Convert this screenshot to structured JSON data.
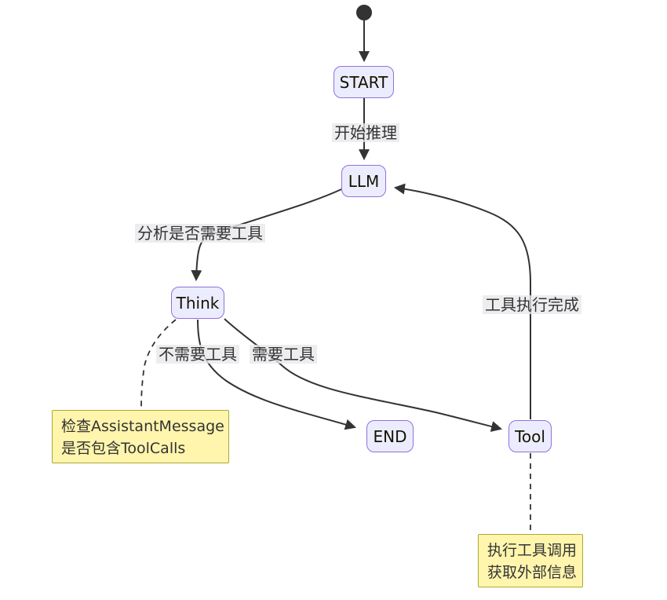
{
  "diagram_type": "state-diagram",
  "colors": {
    "node_fill": "#ECECFF",
    "node_border": "#9370DB",
    "note_fill": "#FFF5AD",
    "note_border": "#AAAA33",
    "edge_stroke": "#333333",
    "edge_label_bg": "#E8E8E8",
    "text": "#131300",
    "background": "#FFFFFF"
  },
  "nodes": {
    "start": {
      "label": "START"
    },
    "llm": {
      "label": "LLM"
    },
    "think": {
      "label": "Think"
    },
    "end": {
      "label": "END"
    },
    "tool": {
      "label": "Tool"
    }
  },
  "edges": {
    "start_to_llm": {
      "label": "开始推理"
    },
    "llm_to_think": {
      "label": "分析是否需要工具"
    },
    "think_to_end": {
      "label": "不需要工具"
    },
    "think_to_tool": {
      "label": "需要工具"
    },
    "tool_to_llm": {
      "label": "工具执行完成"
    }
  },
  "notes": {
    "think_note": {
      "lines": [
        "检查AssistantMessage",
        "是否包含ToolCalls"
      ]
    },
    "tool_note": {
      "lines": [
        "执行工具调用",
        "获取外部信息"
      ]
    }
  }
}
